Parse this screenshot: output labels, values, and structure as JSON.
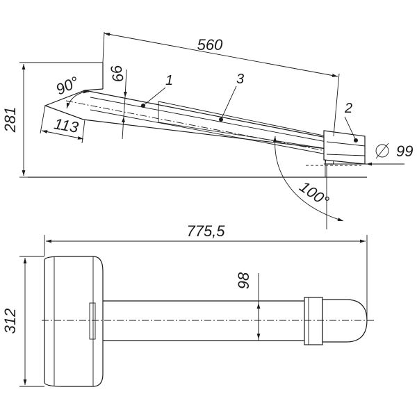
{
  "dimensions": {
    "length_side": "560",
    "height_total": "281",
    "thickness": "66",
    "angle_top": "90°",
    "offset": "113",
    "diameter": "99",
    "angle_bottom": "100°",
    "length_total": "775,5",
    "width_total": "312",
    "pipe_diameter": "98"
  },
  "callouts": {
    "part_1": "1",
    "part_2": "2",
    "part_3": "3"
  },
  "colors": {
    "line": "#1a1a1a",
    "background": "#ffffff"
  }
}
